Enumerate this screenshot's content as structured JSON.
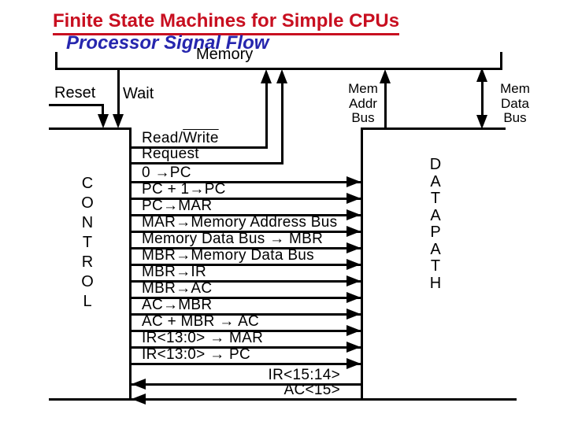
{
  "slide": {
    "title": "Finite State Machines for Simple CPUs",
    "subtitle": "Processor Signal Flow"
  },
  "blocks": {
    "memory_label": "Memory",
    "control_letters": [
      "C",
      "O",
      "N",
      "T",
      "R",
      "O",
      "L"
    ],
    "datapath_letters": [
      "D",
      "A",
      "T",
      "A",
      "P",
      "A",
      "T",
      "H"
    ]
  },
  "inputs": {
    "reset_label": "Reset",
    "wait_label": "Wait"
  },
  "buses": {
    "mem_addr_bus": [
      "Mem",
      "Addr",
      "Bus"
    ],
    "mem_data_bus": [
      "Mem",
      "Data",
      "Bus"
    ]
  },
  "signals": {
    "read_write": {
      "prefix": "Read/",
      "overlined": "Write"
    },
    "request": "Request",
    "control_to_datapath": [
      "0 →PC",
      "PC + 1→PC",
      "PC→MAR",
      "MAR→Memory Address Bus",
      "Memory Data Bus → MBR",
      "MBR→Memory Data Bus",
      "MBR→IR",
      "MBR→AC",
      "AC→MBR",
      "AC + MBR → AC",
      "IR<13:0> → MAR",
      "IR<13:0> → PC"
    ],
    "datapath_to_control": [
      "IR<15:14>",
      "AC<15>"
    ]
  },
  "colors": {
    "title_red": "#c80f20",
    "subtitle_blue": "#2626ae",
    "diagram_black": "#000000"
  }
}
